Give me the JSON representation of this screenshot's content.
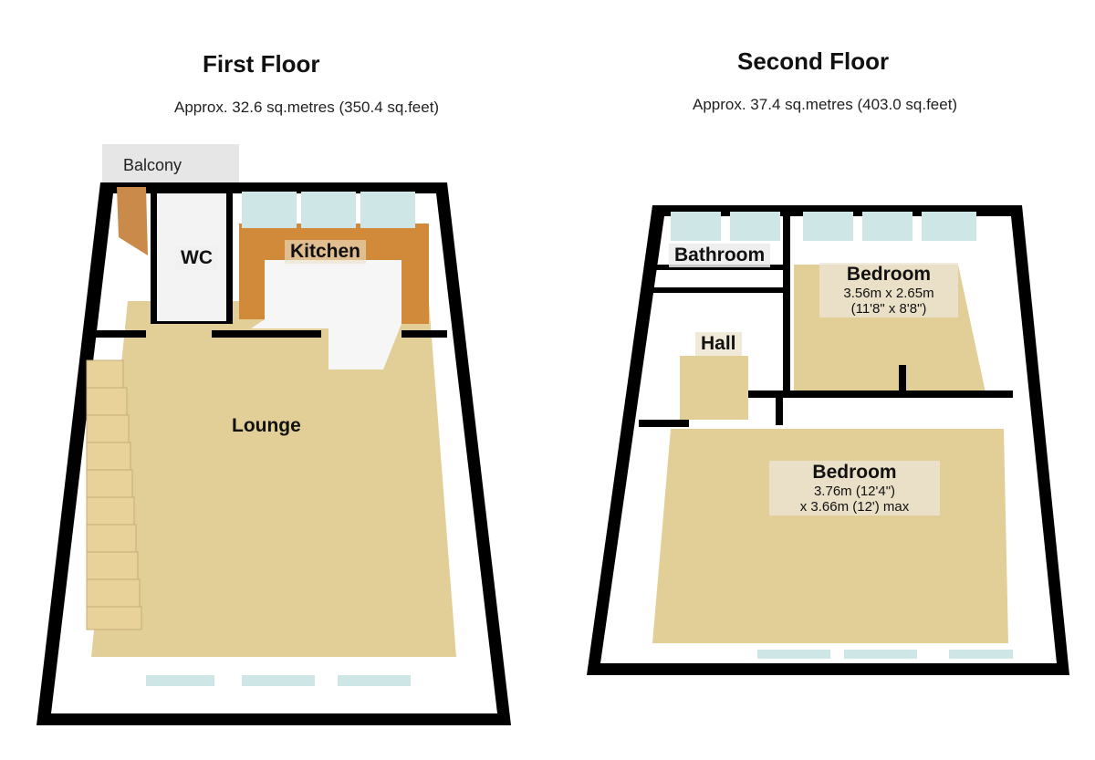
{
  "floors": [
    {
      "title": "First Floor",
      "area": "Approx. 32.6 sq.metres (350.4 sq.feet)",
      "rooms": [
        {
          "name": "Balcony"
        },
        {
          "name": "WC"
        },
        {
          "name": "Kitchen"
        },
        {
          "name": "Lounge"
        }
      ]
    },
    {
      "title": "Second Floor",
      "area": "Approx. 37.4 sq.metres (403.0 sq.feet)",
      "rooms": [
        {
          "name": "Bathroom"
        },
        {
          "name": "Hall"
        },
        {
          "name": "Bedroom",
          "dim1": "3.56m x 2.65m",
          "dim2": "(11'8\" x 8'8\")"
        },
        {
          "name": "Bedroom",
          "dim1": "3.76m (12'4\")",
          "dim2": "x 3.66m (12') max"
        }
      ]
    }
  ],
  "colors": {
    "wall": "#000000",
    "carpet": "#e2cf98",
    "kitchen_worktop": "#d08a3a",
    "window_glass": "#cfe6e6",
    "balcony": "#e6e6e6"
  }
}
